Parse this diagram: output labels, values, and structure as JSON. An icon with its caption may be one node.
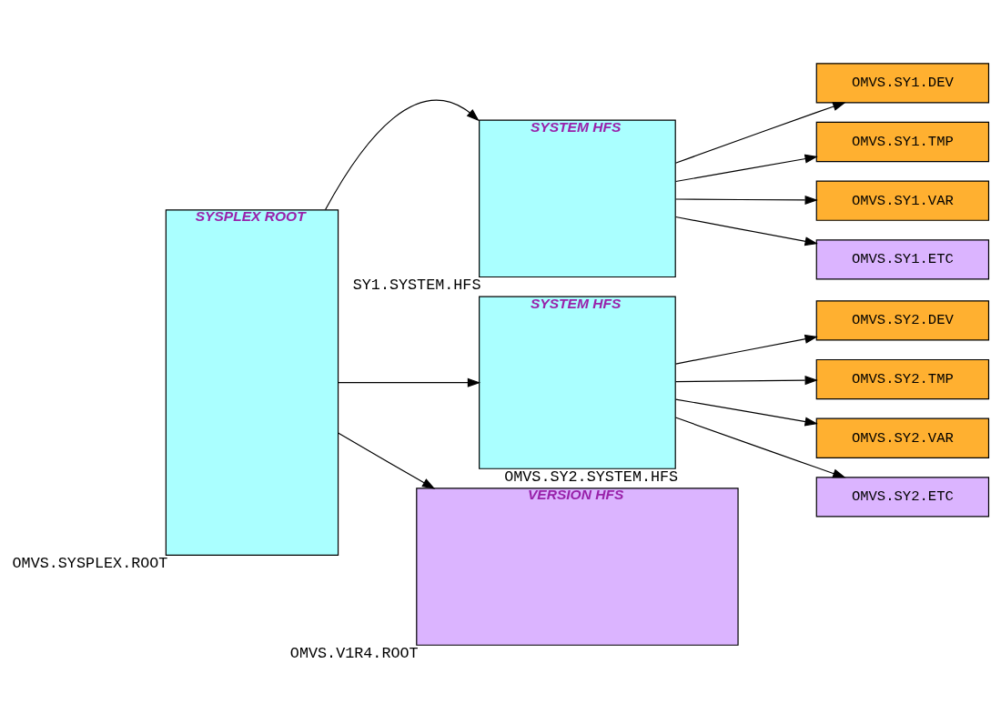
{
  "diagram": {
    "nodes": [
      {
        "text": [
          "SYSPLEX ROOT"
        ],
        "beside": [
          "OMVS.SYSPLEX.ROOT"
        ]
      },
      {
        "text": [
          "SYSTEM HFS"
        ],
        "beside": [
          "SY1.SYSTEM.HFS"
        ]
      },
      {
        "text": [
          "SYSTEM HFS"
        ],
        "beside": [
          "OMVS.SY2.SYSTEM.HFS"
        ]
      },
      {
        "text": [
          "VERSION HFS"
        ],
        "beside": [
          "OMVS.V1R4.ROOT"
        ]
      },
      {
        "text": [
          "OMVS.SY1.DEV"
        ]
      },
      {
        "text": [
          "OMVS.SY1.TMP"
        ]
      },
      {
        "text": [
          "OMVS.SY1.VAR"
        ]
      },
      {
        "text": [
          "OMVS.SY1.ETC"
        ]
      },
      {
        "text": [
          "OMVS.SY2.DEV"
        ]
      },
      {
        "text": [
          "OMVS.SY2.TMP"
        ]
      },
      {
        "text": [
          "OMVS.SY2.VAR"
        ]
      },
      {
        "text": [
          "OMVS.SY2.ETC"
        ]
      }
    ],
    "edges": [
      {
        "from": 0,
        "to": 2,
        "arrow": "to"
      },
      {
        "from": 0,
        "to": 1,
        "arrow": "to"
      },
      {
        "from": 0,
        "to": 3,
        "arrow": "to"
      },
      {
        "from": 1,
        "to": 4,
        "arrow": "to"
      },
      {
        "from": 1,
        "to": 5,
        "arrow": "to"
      },
      {
        "from": 1,
        "to": 6,
        "arrow": "to"
      },
      {
        "from": 1,
        "to": 7,
        "arrow": "to"
      },
      {
        "from": 2,
        "to": 8,
        "arrow": "to"
      },
      {
        "from": 2,
        "to": 9,
        "arrow": "to"
      },
      {
        "from": 2,
        "to": 10,
        "arrow": "to"
      },
      {
        "from": 2,
        "to": 11,
        "arrow": "to"
      }
    ]
  }
}
